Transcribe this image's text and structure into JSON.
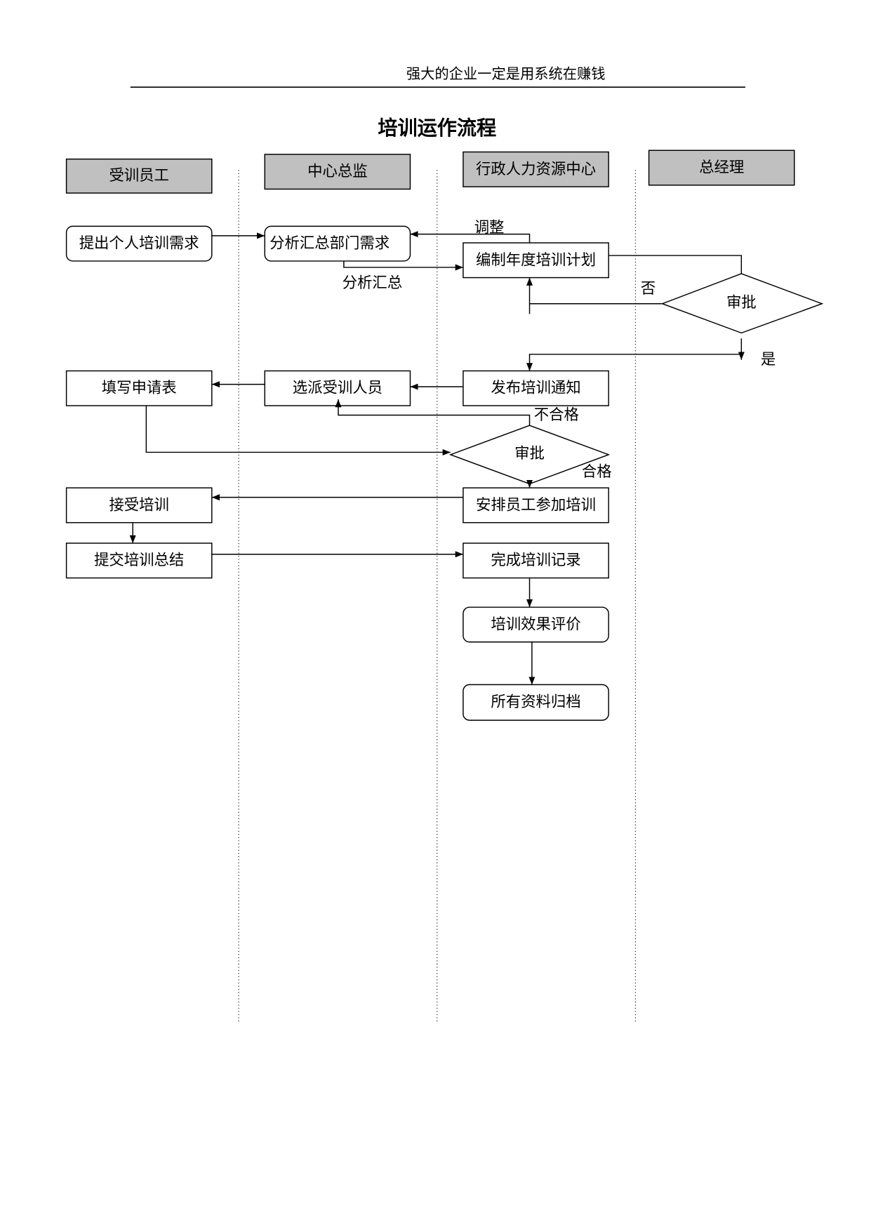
{
  "header": {
    "text": "强大的企业一定是用系统在赚钱"
  },
  "title": "培训运作流程",
  "lanes": [
    "受训员工",
    "中心总监",
    "行政人力资源中心",
    "总经理"
  ],
  "nodes": {
    "submit_need": "提出个人培训需求",
    "analyze_dept": "分析汇总部门需求",
    "annual_plan": "编制年度培训计划",
    "approve_gm": "审批",
    "fill_form": "填写申请表",
    "select_trainees": "选派受训人员",
    "publish_notice": "发布培训通知",
    "approve_hr": "审批",
    "accept_training": "接受培训",
    "arrange_training": "安排员工参加培训",
    "submit_summary": "提交培训总结",
    "complete_record": "完成培训记录",
    "evaluate": "培训效果评价",
    "archive": "所有资料归档"
  },
  "edge_labels": {
    "adjust": "调整",
    "analyze_summary": "分析汇总",
    "no": "否",
    "yes": "是",
    "fail": "不合格",
    "pass": "合格"
  }
}
